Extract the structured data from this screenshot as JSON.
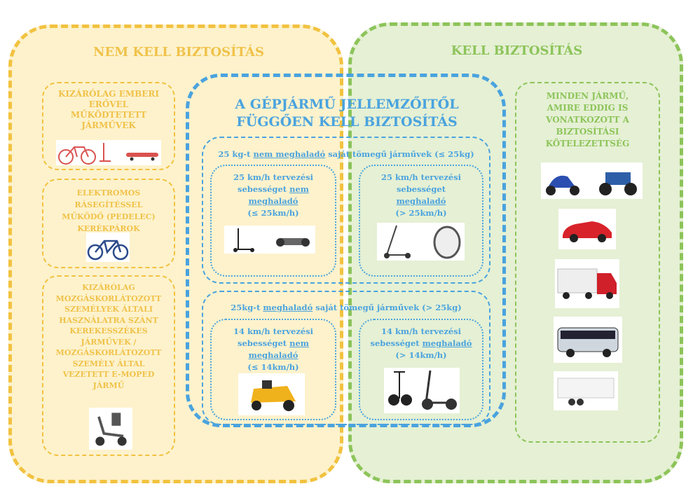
{
  "no_insurance": {
    "title": "NEM KELL BIZTOSÍTÁS",
    "boxes": [
      {
        "text": "KIZÁRÓLAG EMBERI ERŐVEL MŰKÖDTETETT JÁRMŰVEK"
      },
      {
        "text": "ELEKTROMOS RÁSEGÍTÉSSEL MŰKÖDŐ (PEDELEC) KERÉKPÁROK"
      },
      {
        "text": "KIZÁRÓLAG MOZGÁSKORLÁTOZOTT SZEMÉLYEK ÁLTALI HASZNÁLATRA SZÁNT KEREKESSZÉKES JÁRMŰVEK / MOZGÁSKORLÁTOZOTT SZEMÉLY ÁLTAL VEZETETT E-MOPED JÁRMŰ"
      }
    ]
  },
  "insurance": {
    "title": "KELL BIZTOSÍTÁS",
    "box_text": "MINDEN JÁRMŰ, AMIRE EDDIG IS VONATKOZOTT A BIZTOSÍTÁSI KÖTELEZETTSÉG"
  },
  "depends": {
    "title_line1": "A GÉPJÁRMŰ JELLEMZŐITŐL",
    "title_line2": "FÜGGŐEN KELL BIZTOSÍTÁS",
    "light": {
      "pre": "25 kg-t ",
      "u": "nem meghaladó",
      "post": " saját tömegű járművek (≤ 25kg)",
      "left": {
        "l1": "25 km/h tervezési",
        "l2a": "sebességet ",
        "l2u": "nem",
        "l3u": "meghaladó",
        "l4": "(≤ 25km/h)"
      },
      "right": {
        "l1": "25 km/h tervezési",
        "l2": "sebességet",
        "l3u": "meghaladó",
        "l4": "(> 25km/h)"
      }
    },
    "heavy": {
      "pre": "25kg-t ",
      "u": "meghaladó",
      "post": " saját tömegű járművek (> 25kg)",
      "left": {
        "l1": "14 km/h tervezési",
        "l2a": "sebességet ",
        "l2u": "nem",
        "l3u": "meghaladó",
        "l4": "(≤ 14km/h)"
      },
      "right": {
        "l1": "14 km/h tervezési",
        "l2a": "sebességet ",
        "l2u": "meghaladó",
        "l4": "(> 14km/h)"
      }
    }
  },
  "colors": {
    "yellow": "#f2c240",
    "green": "#8dc45a",
    "blue": "#4aa3de"
  }
}
